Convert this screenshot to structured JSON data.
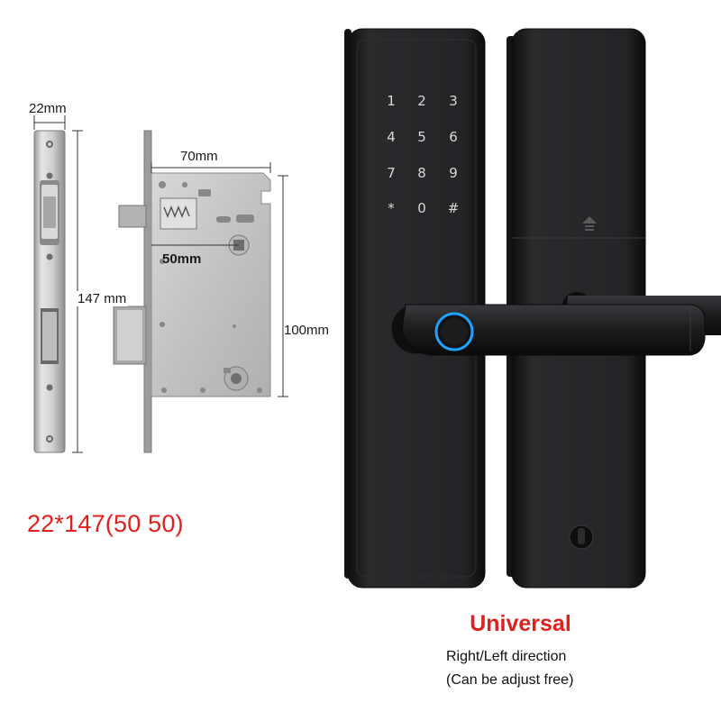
{
  "dimensions": {
    "faceplate_width": "22mm",
    "faceplate_length": "147 mm",
    "backset": "70mm",
    "center_distance": "50mm",
    "body_height": "100mm"
  },
  "model_label": "22*147(50 50)",
  "keypad": {
    "keys": [
      "1",
      "2",
      "3",
      "4",
      "5",
      "6",
      "7",
      "8",
      "9",
      "*",
      "0",
      "#"
    ]
  },
  "caption": {
    "title": "Universal",
    "line1": "Right/Left direction",
    "line2": "(Can be adjust free)"
  },
  "colors": {
    "accent_red": "#e0201c",
    "lock_body": "#1c1c1e",
    "fingerprint_ring": "#1fa3ff",
    "steel": "#c9c9c9"
  }
}
